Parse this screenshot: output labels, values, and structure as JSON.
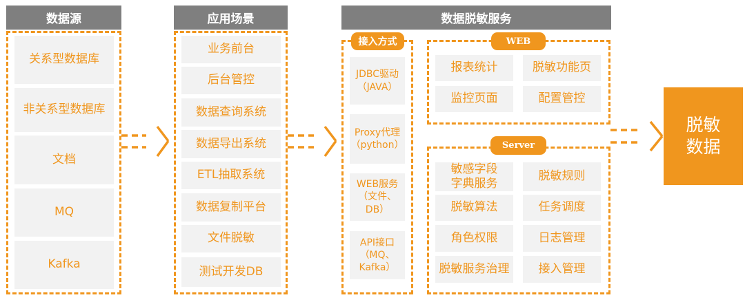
{
  "columns": {
    "sources": {
      "header": "数据源",
      "items": [
        "关系型数据库",
        "非关系型数据库",
        "文档",
        "MQ",
        "Kafka"
      ]
    },
    "scenarios": {
      "header": "应用场景",
      "items": [
        "业务前台",
        "后台管控",
        "数据查询系统",
        "数据导出系统",
        "ETL抽取系统",
        "数据复制平台",
        "文件脱敏",
        "测试开发DB"
      ]
    },
    "service": {
      "header": "数据脱敏服务",
      "access": {
        "label": "接入方式",
        "items": [
          "JDBC驱动\n（JAVA）",
          "Proxy代理\n（python）",
          "WEB服务\n（文件、\nDB）",
          "API接口\n（MQ、\nKafka）"
        ]
      },
      "web": {
        "label": "WEB",
        "items": [
          "报表统计",
          "脱敏功能页",
          "监控页面",
          "配置管控"
        ]
      },
      "server": {
        "label": "Server",
        "items": [
          "敏感字段\n字典服务",
          "脱敏规则",
          "脱敏算法",
          "任务调度",
          "角色权限",
          "日志管理",
          "脱敏服务治理",
          "接入管理"
        ]
      }
    }
  },
  "result": "脱敏\n数据",
  "colors": {
    "accent": "#f0961e",
    "header_bg": "#7f7f7f",
    "cell_bg": "#f2f2f2"
  }
}
